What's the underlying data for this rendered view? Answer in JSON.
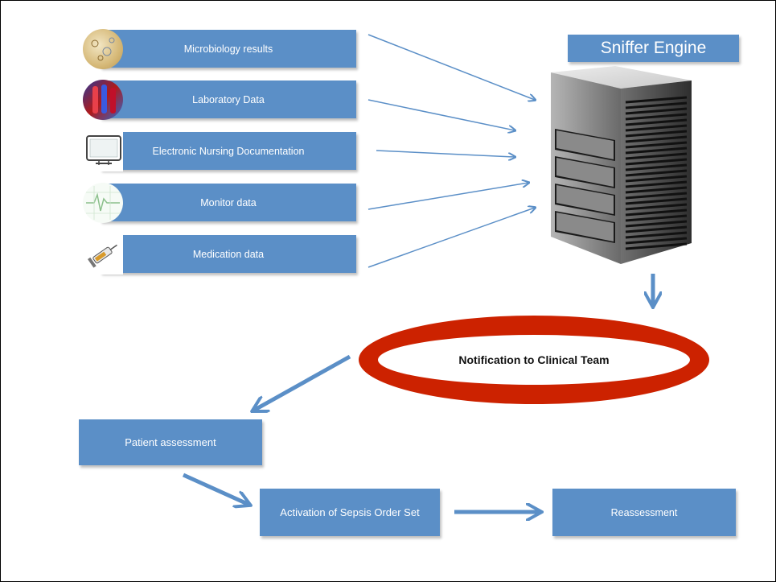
{
  "inputs": [
    {
      "label": "Microbiology results",
      "icon": "microbiology-icon"
    },
    {
      "label": "Laboratory Data",
      "icon": "laboratory-tubes-icon"
    },
    {
      "label": "Electronic Nursing Documentation",
      "icon": "computer-monitor-icon"
    },
    {
      "label": "Monitor data",
      "icon": "ecg-monitor-icon"
    },
    {
      "label": "Medication data",
      "icon": "syringe-icon"
    }
  ],
  "engine": {
    "title": "Sniffer Engine",
    "icon": "server-tower-icon"
  },
  "notification": {
    "label": "Notification to Clinical Team",
    "ring_color": "#cc2200"
  },
  "steps": {
    "patient_assessment": "Patient assessment",
    "sepsis_order_set": "Activation of Sepsis Order Set",
    "reassessment": "Reassessment"
  },
  "colors": {
    "box": "#5b8fc7",
    "arrow": "#5b8fc7"
  }
}
